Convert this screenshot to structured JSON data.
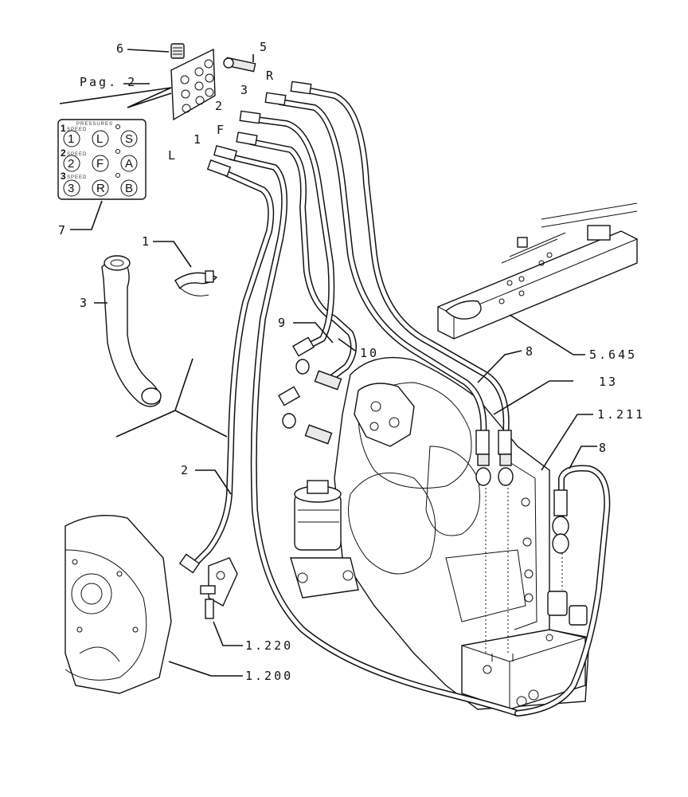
{
  "callouts": {
    "c6": "6",
    "c5": "5",
    "cR": "R",
    "c3a": "3",
    "c2a": "2",
    "cF": "F",
    "c1a": "1",
    "cL": "L",
    "pag2": "Pag. 2",
    "c7": "7",
    "c1b": "1",
    "c3b": "3",
    "c9": "9",
    "c10": "10",
    "c8a": "8",
    "c13": "13",
    "c5645": "5.645",
    "c1211": "1.211",
    "c8b": "8",
    "c2b": "2",
    "c1220": "1.220",
    "c1200": "1.200"
  },
  "plate": {
    "header": "PRESSURES",
    "row1": {
      "number": "1",
      "caption": "SPEED",
      "buttons": [
        "1",
        "L",
        "S"
      ]
    },
    "row2": {
      "number": "2",
      "caption": "SPEED",
      "buttons": [
        "2",
        "F",
        "A"
      ]
    },
    "row3": {
      "number": "3",
      "caption": "SPEED",
      "buttons": [
        "3",
        "R",
        "B"
      ]
    }
  }
}
